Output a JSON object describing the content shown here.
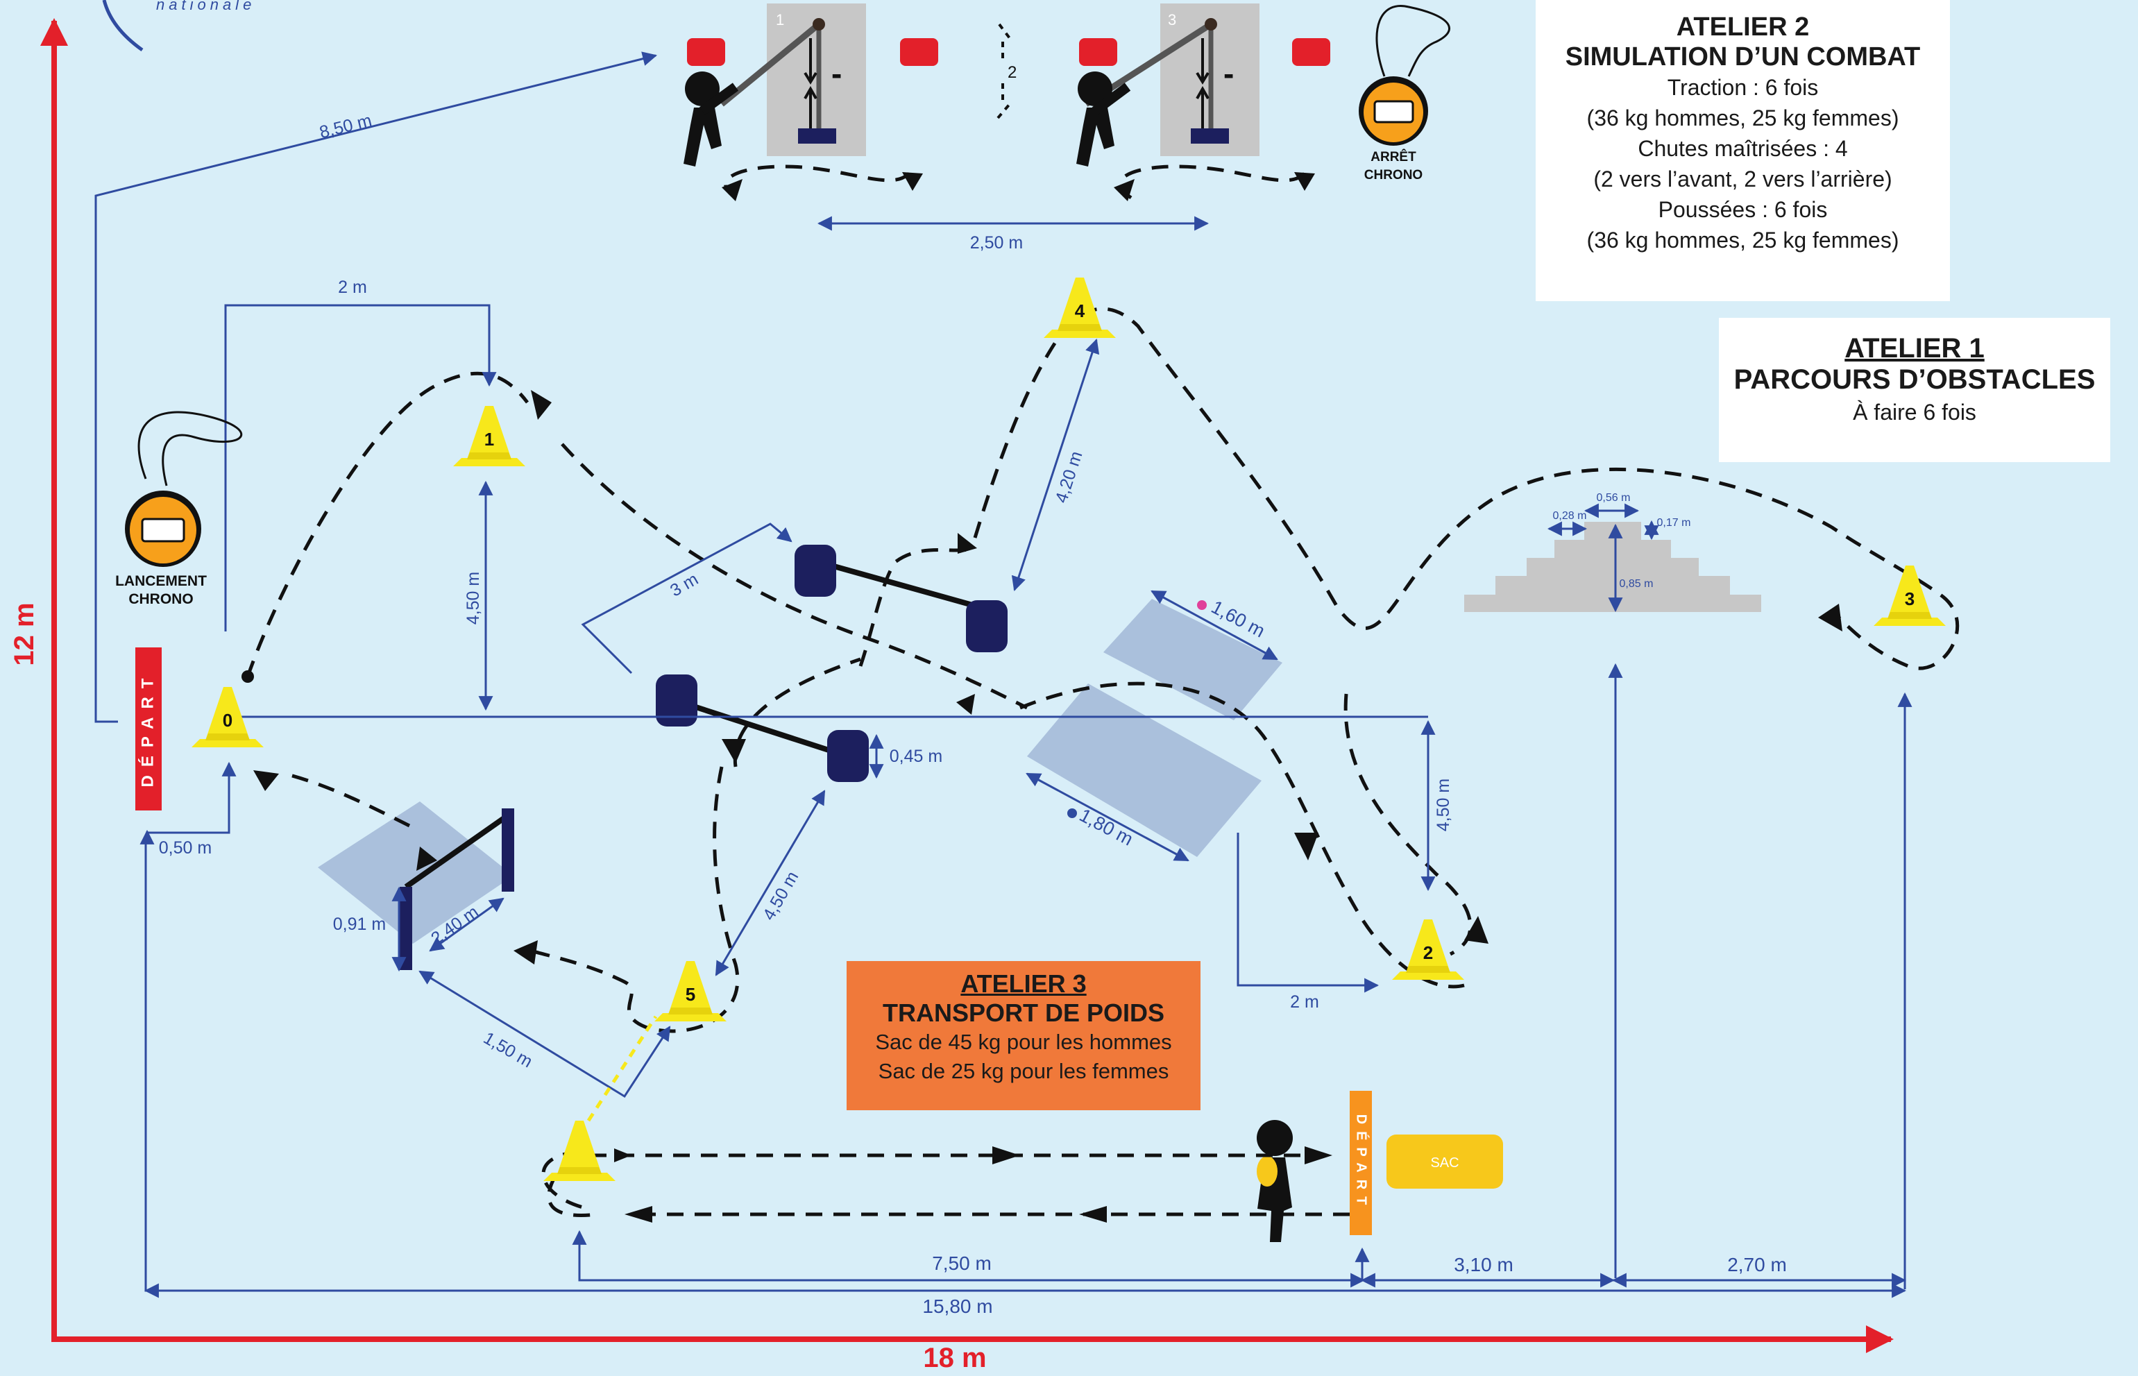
{
  "logo_text": "nationale",
  "axes": {
    "y_label": "12 m",
    "x_label": "18 m"
  },
  "depart_label": "DÉPART",
  "sac_label": "SAC",
  "chrono": {
    "start_label_1": "LANCEMENT",
    "start_label_2": "CHRONO",
    "stop_label_1": "ARRÊT",
    "stop_label_2": "CHRONO"
  },
  "atelier1": {
    "title": "ATELIER 1",
    "subtitle": "PARCOURS D’OBSTACLES",
    "lines": [
      "À faire 6 fois"
    ]
  },
  "atelier2": {
    "title": "ATELIER 2",
    "subtitle": "SIMULATION D’UN COMBAT",
    "lines": [
      "Traction : 6 fois",
      "(36 kg hommes, 25 kg femmes)",
      "Chutes maîtrisées : 4",
      "(2 vers l’avant, 2 vers l’arrière)",
      "Poussées : 6 fois",
      "(36 kg hommes, 25 kg femmes)"
    ]
  },
  "atelier3": {
    "title": "ATELIER 3",
    "subtitle": "TRANSPORT DE POIDS",
    "lines": [
      "Sac de 45 kg pour les hommes",
      "Sac de 25 kg pour les femmes"
    ]
  },
  "cones": [
    "0",
    "1",
    "2",
    "3",
    "4",
    "5"
  ],
  "machines": {
    "m1": "1",
    "m3": "3",
    "marker2": "2",
    "minus": "-"
  },
  "measures": {
    "m850": "8,50 m",
    "m250": "2,50 m",
    "m2_top": "2 m",
    "m450_left": "4,50 m",
    "m3": "3 m",
    "m420": "4,20 m",
    "m160": "1,60 m",
    "m180": "1,80 m",
    "m045": "0,45 m",
    "m450_mid": "4,50 m",
    "m050": "0,50 m",
    "m091": "0,91 m",
    "m240": "2,40 m",
    "m150": "1,50 m",
    "m2_bottom": "2 m",
    "m450_right": "4,50 m",
    "m028": "0,28 m",
    "m056": "0,56 m",
    "m017": "0,17 m",
    "m085": "0,85 m",
    "m750": "7,50 m",
    "m310": "3,10 m",
    "m270": "2,70 m",
    "m1580": "15,80 m"
  },
  "colors": {
    "background": "#d8eef8",
    "axis": "#e3202a",
    "measure": "#2f4ba0",
    "cone": "#f7e81b",
    "orange": "#f0793a",
    "navy": "#1c1f5e",
    "mat": "#aac0dc",
    "gray": "#c7c7c7"
  }
}
